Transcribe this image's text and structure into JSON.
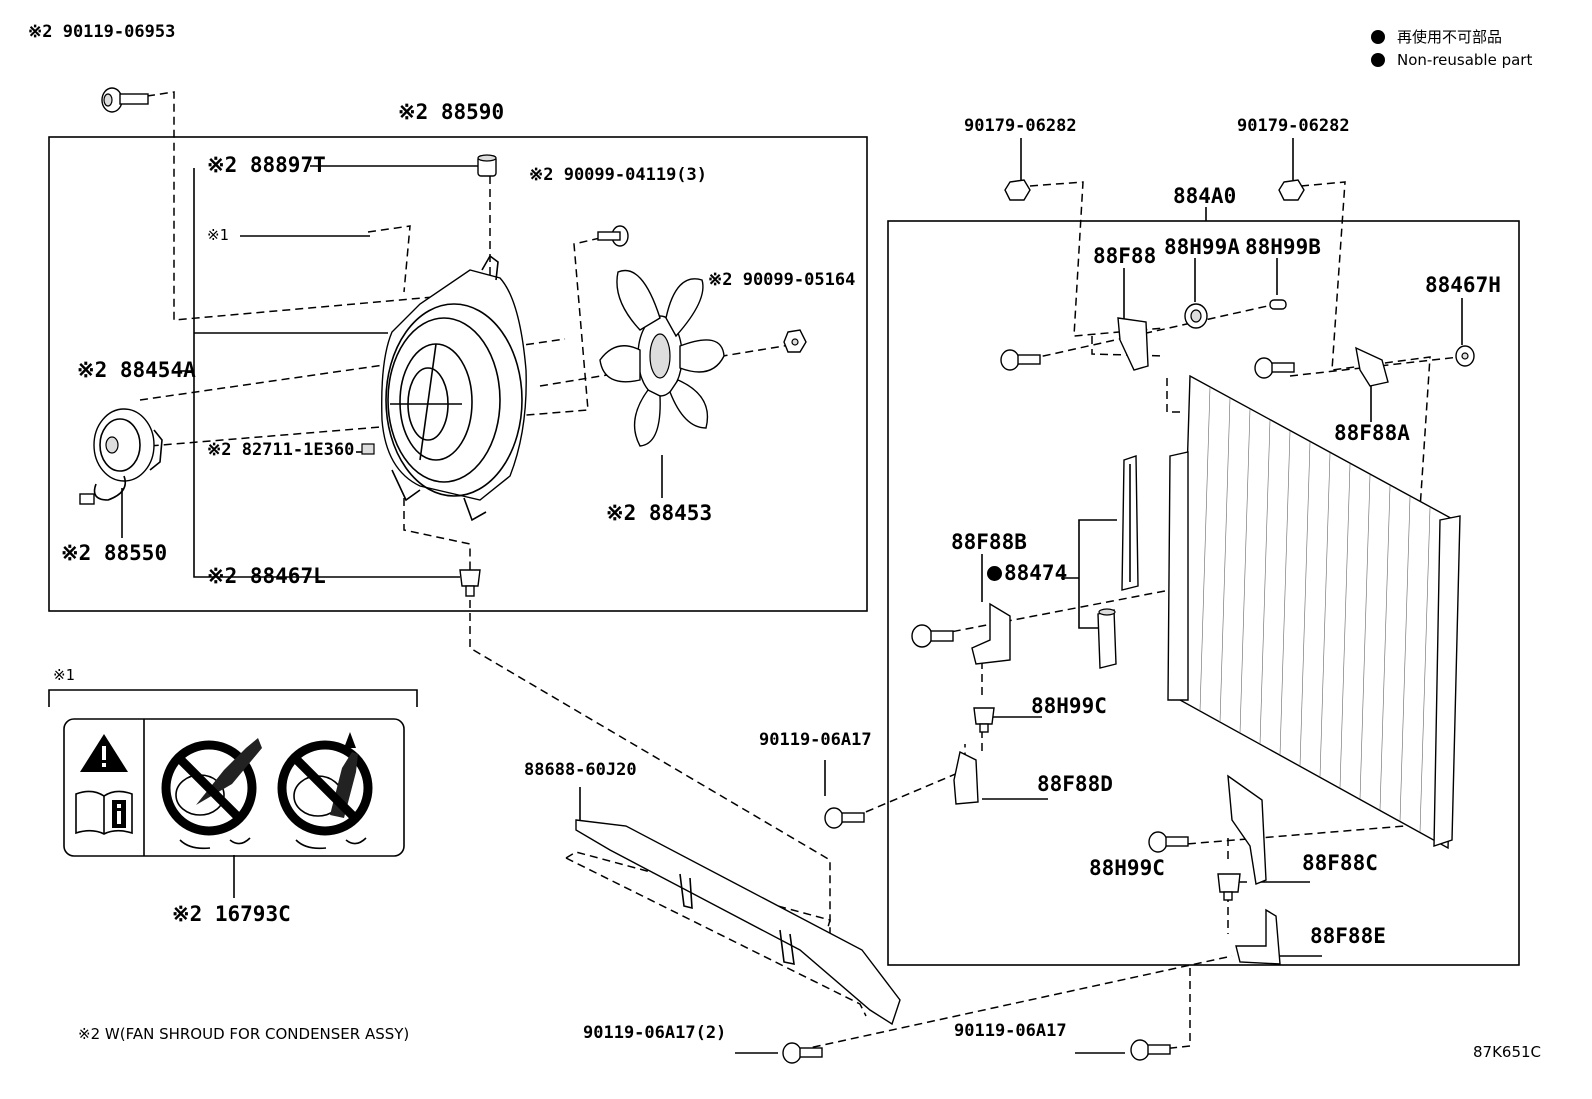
{
  "legend": {
    "jp_label": "再使用不可部品",
    "en_label": "Non-reusable part"
  },
  "notes": {
    "footnote": "※2 W(FAN SHROUD FOR CONDENSER ASSY)",
    "diagram_code": "87K651C",
    "note1_marker": "※1"
  },
  "labels": {
    "p_90119_06953": "※2 90119-06953",
    "p_88590": "※2 88590",
    "p_88897T": "※2 88897T",
    "p_note1": "※1",
    "p_90099_04119": "※2 90099-04119(3)",
    "p_90099_05164": "※2 90099-05164",
    "p_88454A": "※2 88454A",
    "p_82711": "※2 82711-1E360",
    "p_88453": "※2 88453",
    "p_88550": "※2 88550",
    "p_88467L": "※2 88467L",
    "p_16793C": "※2 16793C",
    "p_90179_a": "90179-06282",
    "p_90179_b": "90179-06282",
    "p_884A0": "884A0",
    "p_88F88": "88F88",
    "p_88H99A": "88H99A",
    "p_88H99B": "88H99B",
    "p_88467H": "88467H",
    "p_88F88A": "88F88A",
    "p_88F88B": "88F88B",
    "p_88474": "88474",
    "p_88H99C_top": "88H99C",
    "p_88F88D": "88F88D",
    "p_90119_06A17_top": "90119-06A17",
    "p_88688": "88688-60J20",
    "p_88H99C_bottom": "88H99C",
    "p_88F88C": "88F88C",
    "p_88F88E": "88F88E",
    "p_90119_06A17_2": "90119-06A17(2)",
    "p_90119_06A17_bottom": "90119-06A17"
  },
  "icons": [
    "warning-icon",
    "manual-info-icon",
    "no-hand-fan-icon",
    "no-tool-fan-icon"
  ]
}
